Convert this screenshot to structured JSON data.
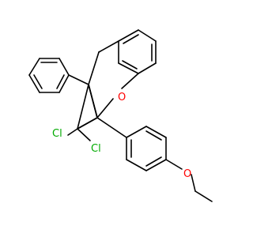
{
  "structure": {
    "atoms": {
      "oxygen": {
        "symbol": "O",
        "color": "#ff0000"
      },
      "chlorine_1": {
        "symbol": "Cl",
        "color": "#00aa00"
      },
      "chlorine_2": {
        "symbol": "Cl",
        "color": "#00aa00"
      },
      "ether_oxygen": {
        "symbol": "O",
        "color": "#ff0000"
      }
    },
    "bond_color": "#000000"
  }
}
